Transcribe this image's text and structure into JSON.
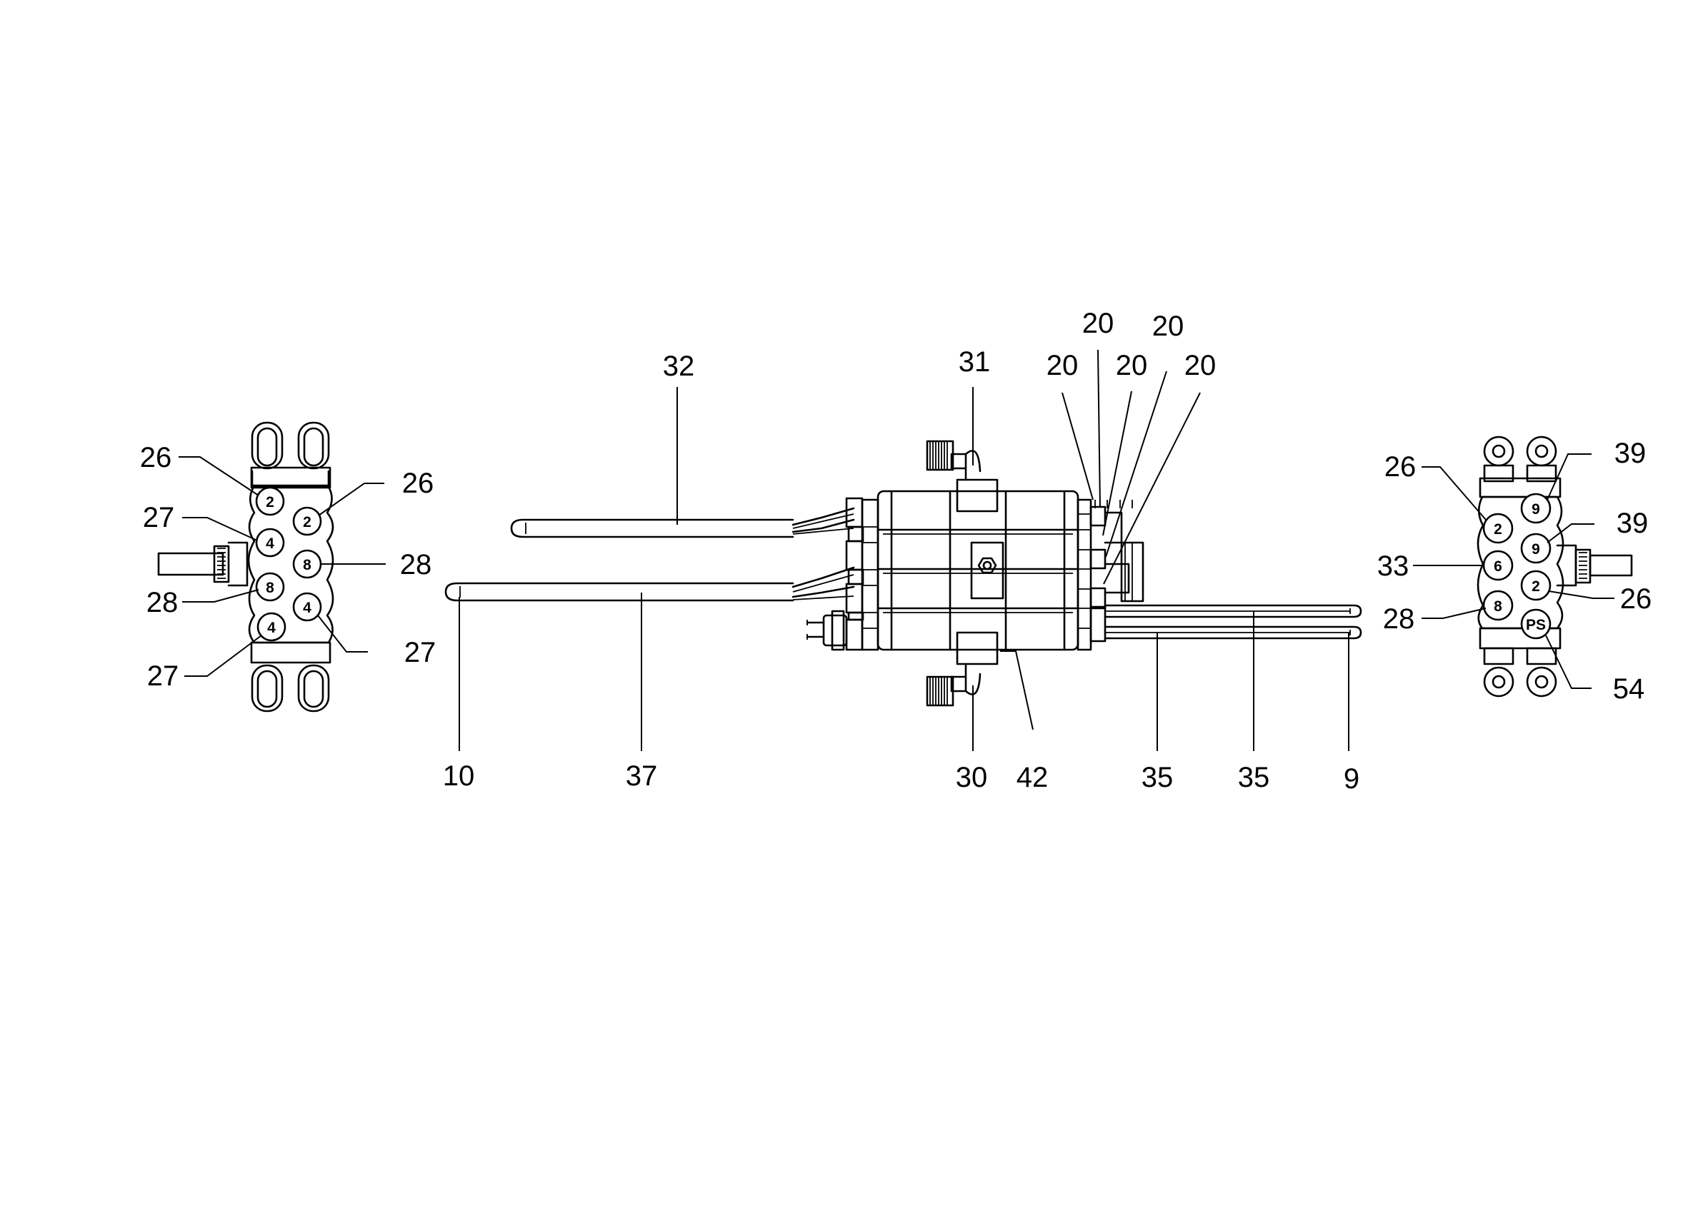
{
  "callouts": {
    "left": [
      "26",
      "26",
      "27",
      "28",
      "28",
      "27",
      "27"
    ],
    "center": [
      "32",
      "31",
      "20",
      "20",
      "20",
      "20",
      "20",
      "10",
      "37",
      "30",
      "42",
      "35",
      "35",
      "9"
    ],
    "right": [
      "39",
      "26",
      "39",
      "33",
      "26",
      "28",
      "54"
    ]
  },
  "ports": {
    "left": [
      "2",
      "2",
      "4",
      "8",
      "8",
      "4",
      "4"
    ],
    "right": [
      "9",
      "2",
      "9",
      "6",
      "2",
      "8",
      "PS"
    ]
  }
}
